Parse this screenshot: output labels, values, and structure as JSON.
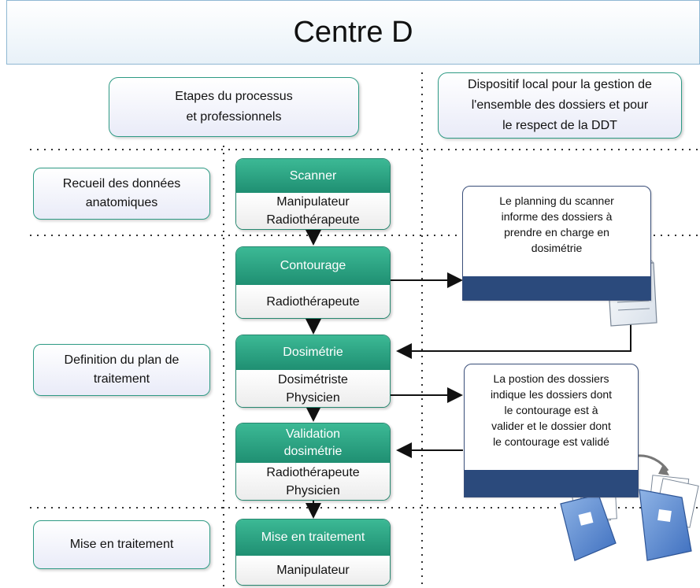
{
  "title": "Centre D",
  "headers": {
    "left": [
      "Etapes du processus",
      "et professionnels"
    ],
    "right": [
      "Dispositif local pour la gestion de",
      "l'ensemble des dossiers et pour",
      "le respect de la DDT"
    ]
  },
  "phases": [
    [
      "Recueil des données",
      "anatomiques"
    ],
    [
      "Definition du plan de",
      "traitement"
    ],
    [
      "Mise en traitement"
    ]
  ],
  "steps": [
    {
      "name": "Scanner",
      "roles": [
        "Manipulateur",
        "Radiothérapeute"
      ]
    },
    {
      "name": "Contourage",
      "roles": [
        "Radiothérapeute"
      ]
    },
    {
      "name": "Dosimétrie",
      "roles": [
        "Dosimétriste",
        "Physicien"
      ]
    },
    {
      "name": [
        "Validation",
        "dosimétrie"
      ],
      "roles": [
        "Radiothérapeute",
        "Physicien"
      ]
    },
    {
      "name": "Mise en traitement",
      "roles": [
        "Manipulateur"
      ]
    }
  ],
  "notes": [
    [
      "Le planning du scanner",
      "informe des dossiers à",
      "prendre en charge en",
      "dosimétrie"
    ],
    [
      "La postion des dossiers",
      "indique les dossiers dont",
      "le contourage est à",
      "valider et le dossier dont",
      "le contourage est validé"
    ]
  ],
  "icons": [
    "document-icon",
    "folders-icon"
  ],
  "colors": {
    "step_green": "#2aa382",
    "note_band": "#2b4a7c",
    "box_border": "#2e9a84"
  }
}
